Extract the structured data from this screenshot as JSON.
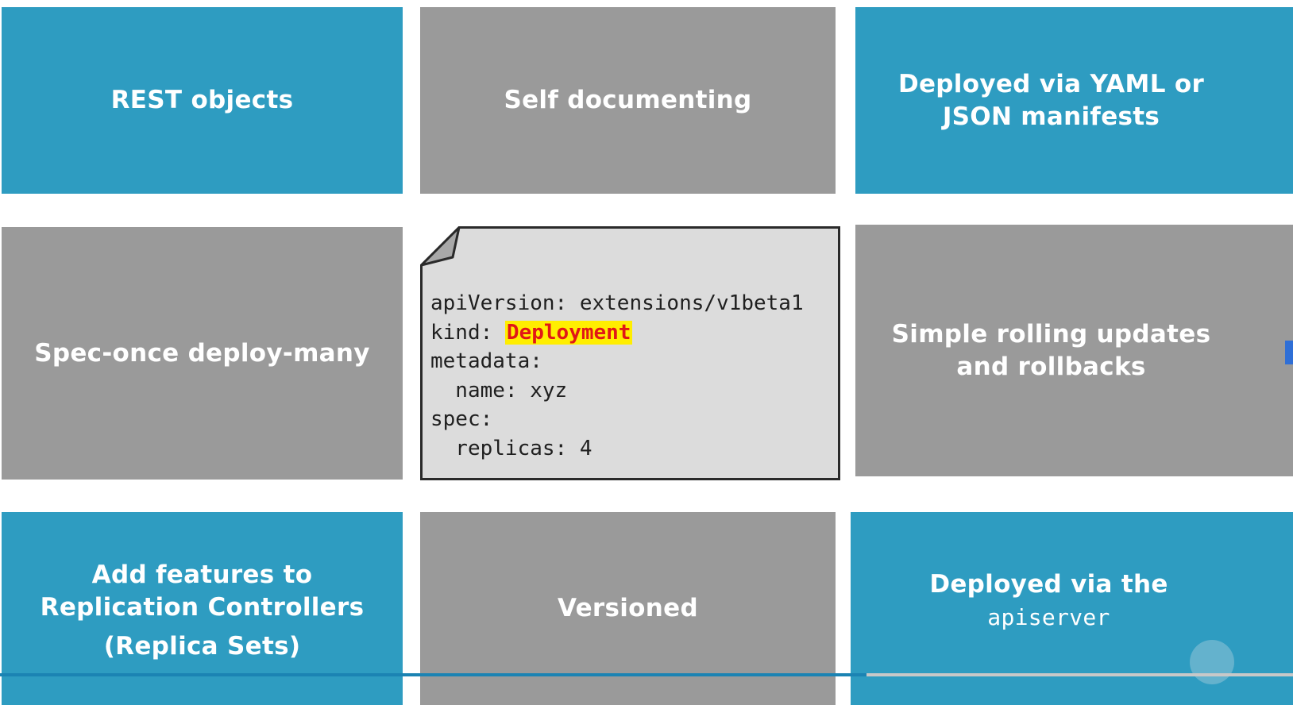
{
  "slide": {
    "tiles": {
      "rest_objects": "REST objects",
      "self_documenting": "Self documenting",
      "deployed_yaml_line1": "Deployed via YAML or",
      "deployed_yaml_line2": "JSON manifests",
      "spec_once": "Spec-once deploy-many",
      "rolling_line1": "Simple rolling updates",
      "rolling_line2": "and rollbacks",
      "add_features_line1": "Add features to",
      "add_features_line2": "Replication Controllers",
      "add_features_line3": "(Replica Sets)",
      "versioned": "Versioned",
      "apiserver_line1": "Deployed via the",
      "apiserver_line2": "apiserver"
    },
    "manifest": {
      "line1": "apiVersion: extensions/v1beta1",
      "line2_prefix": "kind: ",
      "line2_kind": "Deployment",
      "line3": "metadata:",
      "line4": "  name: xyz",
      "line5": "spec:",
      "line6": "  replicas: 4"
    }
  },
  "colors": {
    "tile_blue": "#2e9cc1",
    "tile_gray": "#9a9a9a",
    "highlight_bg": "#ffee00",
    "highlight_text": "#e11717",
    "progress": "#1b83b3"
  },
  "player": {
    "progress_fraction": 0.67
  }
}
